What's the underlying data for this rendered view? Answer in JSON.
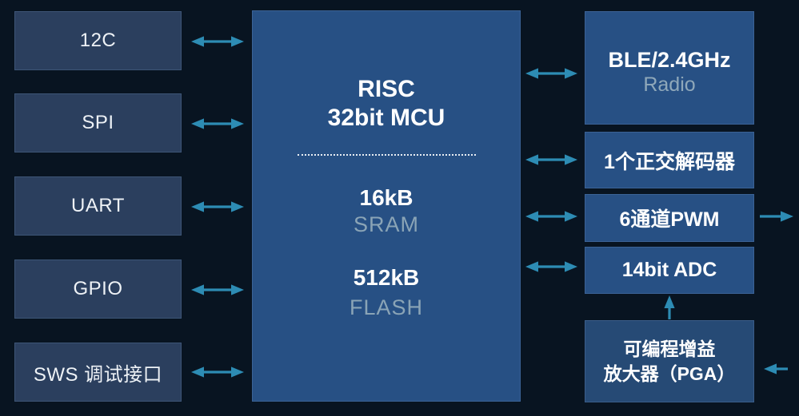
{
  "diagram": {
    "left_blocks": [
      {
        "label": "12C"
      },
      {
        "label": "SPI"
      },
      {
        "label": "UART"
      },
      {
        "label": "GPIO"
      },
      {
        "label": "SWS 调试接口"
      }
    ],
    "center_block": {
      "title_line1": "RISC",
      "title_line2": "32bit MCU",
      "sram_size": "16kB",
      "sram_label": "SRAM",
      "flash_size": "512kB",
      "flash_label": "FLASH"
    },
    "right_blocks": [
      {
        "title": "BLE/2.4GHz",
        "subtitle": "Radio"
      },
      {
        "title": "1个正交解码器"
      },
      {
        "title": "6通道PWM"
      },
      {
        "title": "14bit ADC"
      },
      {
        "title_line1": "可编程增益",
        "title_line2": "放大器（PGA）"
      }
    ],
    "colors": {
      "background": "#081421",
      "left_block_fill": "#2b3f5e",
      "main_block_fill": "#275084",
      "pga_block_fill": "#264a75",
      "arrow": "#2d8cb4",
      "text_primary": "#ffffff",
      "text_secondary": "#8aa4b6"
    }
  }
}
